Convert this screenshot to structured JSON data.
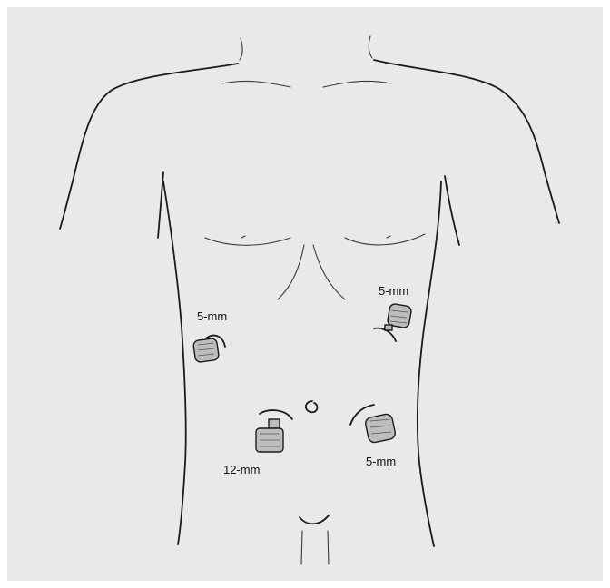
{
  "ports": [
    {
      "id": "left-upper",
      "label": "5-mm"
    },
    {
      "id": "right-upper",
      "label": "5-mm"
    },
    {
      "id": "camera",
      "label": "12-mm"
    },
    {
      "id": "right-lower",
      "label": "5-mm"
    }
  ],
  "colors": {
    "background": "#e9e9e9",
    "line": "#1a1a1a",
    "port_fill": "#bdbdbd"
  }
}
